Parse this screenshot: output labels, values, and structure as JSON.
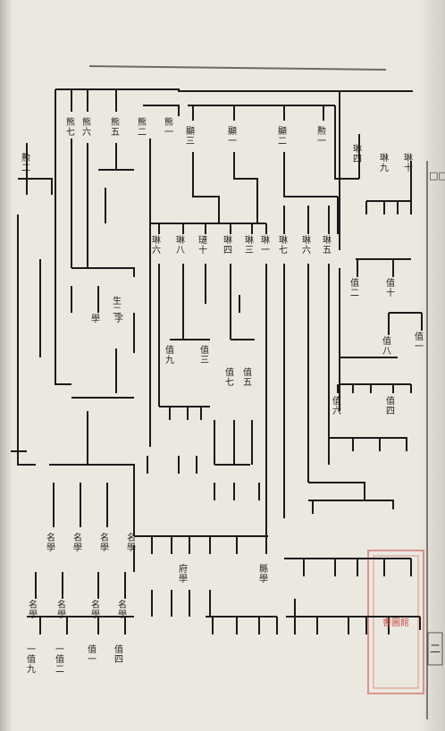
{
  "page": {
    "edge_title": "□□",
    "page_number": "二",
    "seal_text": "書圖館"
  },
  "genealogy": {
    "generation_1": [
      "熊七",
      "熊六",
      "熊五",
      "熊二",
      "熊一"
    ],
    "generation_2": [
      "顯三",
      "顯一",
      "顯二",
      "勲一",
      "勲二"
    ],
    "generation_3": [
      "琳六",
      "琳八",
      "璉十",
      "琳四",
      "琳三",
      "琳一",
      "琳七",
      "琳六",
      "琳五",
      "琳四",
      "琳九",
      "琳十"
    ],
    "generation_4": [
      "值九",
      "值三",
      "值七",
      "值五",
      "值二",
      "值十",
      "值八",
      "值一",
      "值六",
      "值四"
    ],
    "generation_5": [
      "名學",
      "名學",
      "名學",
      "名學",
      "名學",
      "名學",
      "名學",
      "名學"
    ],
    "generation_6": [
      "一值九",
      "一值二",
      "值一",
      "值四"
    ],
    "notes": [
      "生二",
      "字",
      "學",
      "府學",
      "縣學"
    ]
  }
}
